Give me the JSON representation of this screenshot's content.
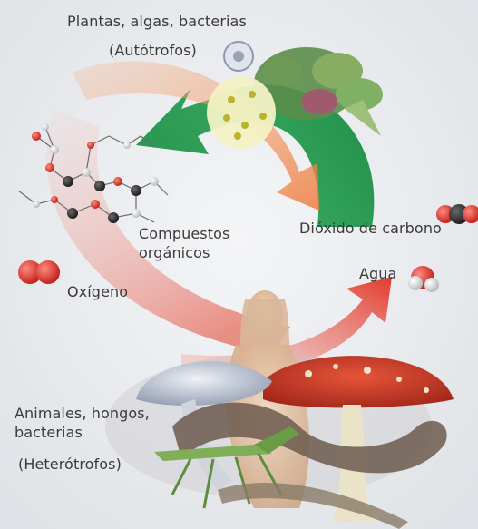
{
  "autotrophs": {
    "title": "Plantas, algas, bacterias",
    "subtitle": "(Autótrofos)"
  },
  "heterotrophs": {
    "line1": "Animales, hongos,",
    "line2": "bacterias",
    "subtitle": "(Heterótrofos)"
  },
  "labels": {
    "organic_1": "Compuestos",
    "organic_2": "orgánicos",
    "co2": "Dióxido de carbono",
    "water": "Agua",
    "oxygen": "Oxígeno"
  },
  "colors": {
    "green_arrow": "#2e9a55",
    "red_arrow": "#e4483a",
    "orange_arrow": "#f08a4a",
    "background": "#e9ebee"
  }
}
